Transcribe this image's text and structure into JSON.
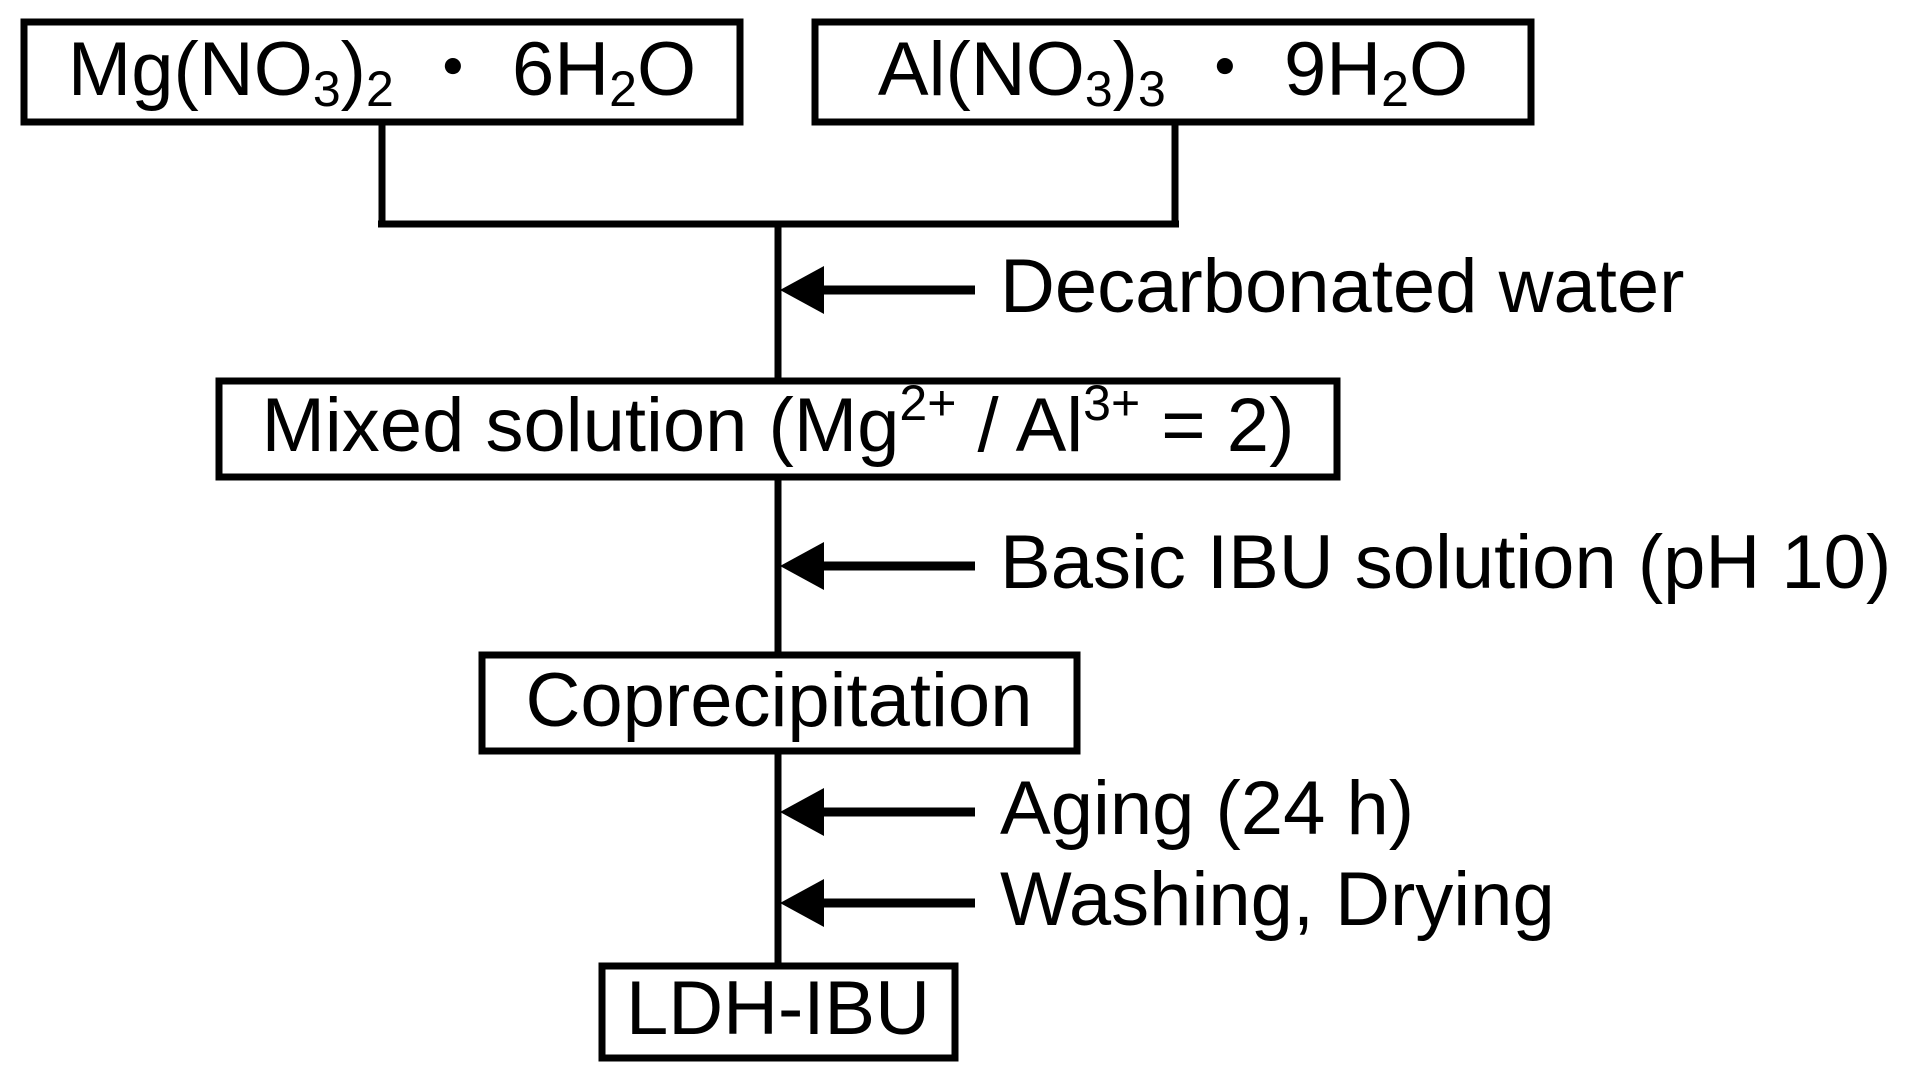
{
  "diagram": {
    "title": "LDH-IBU synthesis flowchart",
    "background_color": "#ffffff",
    "line_color": "#000000",
    "nodes": {
      "mg_precursor": {
        "label": "Mg(NO3)2 · 6H2O",
        "parts": [
          "Mg(NO",
          "3",
          ")",
          "2",
          " ・ 6H",
          "2",
          "O"
        ]
      },
      "al_precursor": {
        "label": "Al(NO3)3 · 9H2O",
        "parts": [
          "Al(NO",
          "3",
          ")",
          "3",
          " ・ 9H",
          "2",
          "O"
        ]
      },
      "mixed_solution": {
        "label": "Mixed solution (Mg2+ / Al3+ = 2)",
        "parts": [
          "Mixed solution (Mg",
          "2+",
          " / Al",
          "3+",
          " = 2)"
        ]
      },
      "coprecipitation": {
        "label": "Coprecipitation"
      },
      "product": {
        "label": "LDH-IBU"
      }
    },
    "reagent_arrows": [
      {
        "id": "decarbonated-water",
        "label": "Decarbonated water"
      },
      {
        "id": "basic-ibu-solution",
        "label": "Basic IBU solution (pH 10)"
      },
      {
        "id": "aging",
        "label": "Aging (24 h)"
      },
      {
        "id": "washing-drying",
        "label": "Washing, Drying"
      }
    ]
  }
}
